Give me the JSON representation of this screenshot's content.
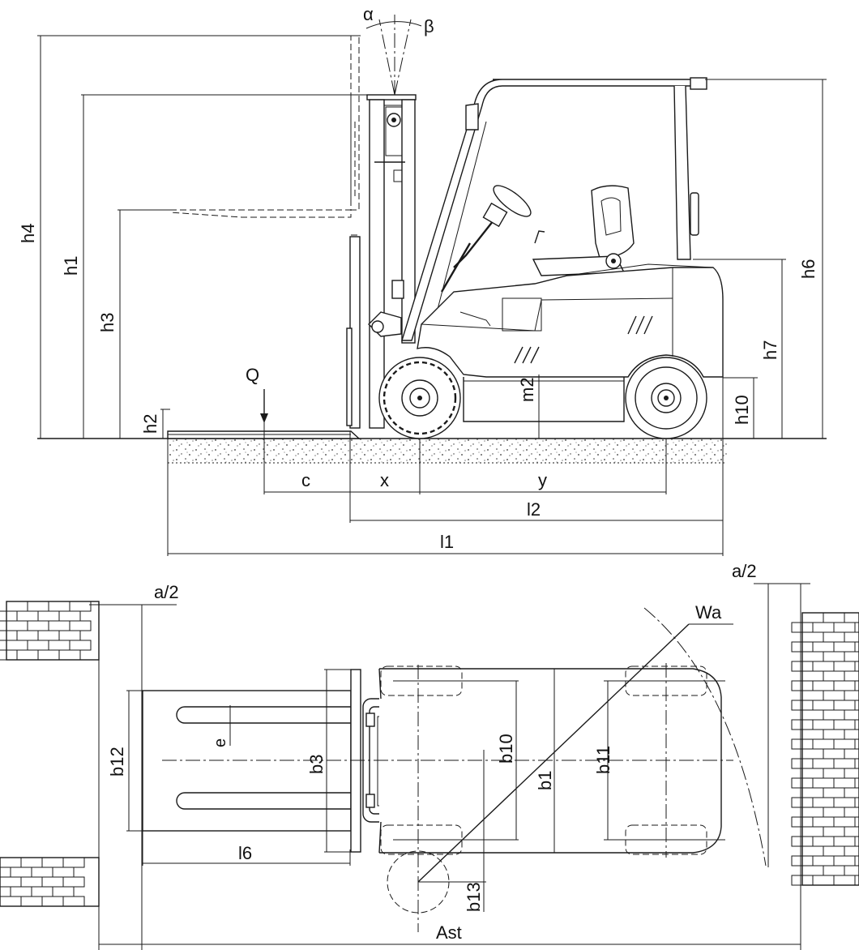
{
  "side_view": {
    "angles": {
      "alpha": "α",
      "beta": "β"
    },
    "heights": {
      "h4": "h4",
      "h1": "h1",
      "h3": "h3",
      "h2": "h2",
      "h6": "h6",
      "h7": "h7",
      "h10": "h10",
      "m2": "m2"
    },
    "load": "Q",
    "lengths": {
      "c": "c",
      "x": "x",
      "y": "y",
      "l2": "l2",
      "l1": "l1"
    }
  },
  "top_view": {
    "clearance_left": "a/2",
    "clearance_right": "a/2",
    "turning_radius": "Wa",
    "widths": {
      "b12": "b12",
      "b3": "b3",
      "b10": "b10",
      "b1": "b1",
      "b11": "b11",
      "b13": "b13"
    },
    "fork_spacing": "e",
    "load_length": "l6",
    "aisle": "Ast"
  }
}
